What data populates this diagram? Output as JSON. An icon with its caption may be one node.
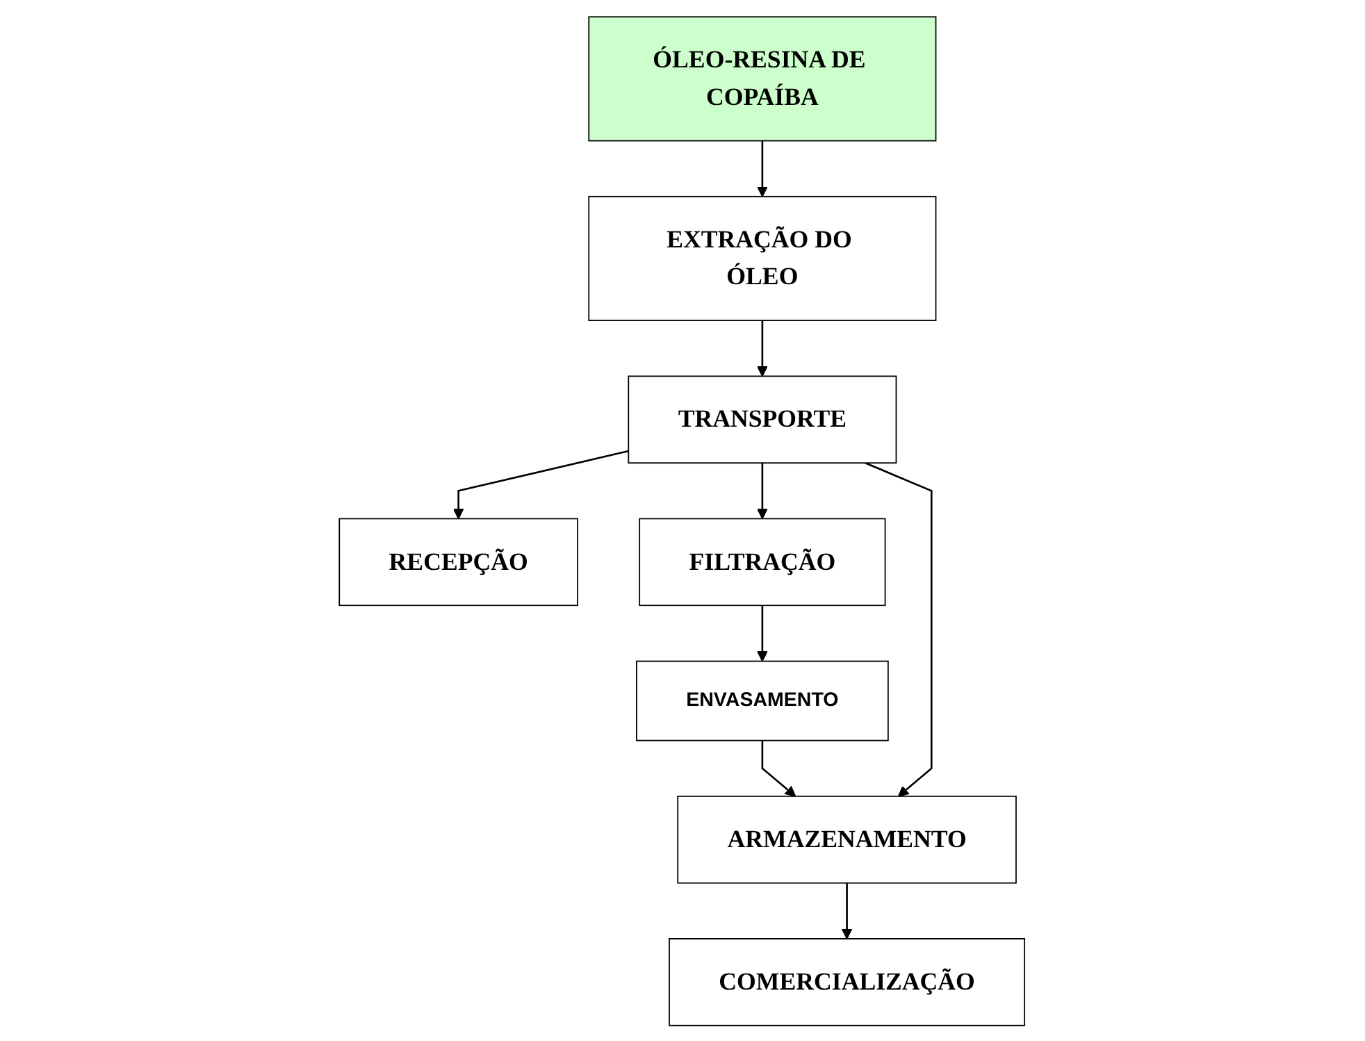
{
  "diagram": {
    "nodes": [
      {
        "text": [
          "ÓLEO-RESINA DE COPAÍBA"
        ]
      },
      {
        "text": [
          "EXTRAÇÃO DO ÓLEO"
        ]
      },
      {
        "text": [
          "TRANSPORTE"
        ]
      },
      {
        "text": [
          "RECEPÇÃO"
        ]
      },
      {
        "text": [
          "FILTRAÇÃO"
        ]
      },
      {
        "text": [
          "ENVASAMENTO"
        ]
      },
      {
        "text": [
          "ARMAZENAMENTO"
        ]
      },
      {
        "text": [
          "COMERCIALIZAÇÃO"
        ]
      }
    ],
    "edges": [
      {
        "from": 0,
        "to": 1,
        "arrow": "to"
      },
      {
        "from": 1,
        "to": 2,
        "arrow": "to"
      },
      {
        "from": 2,
        "to": 3,
        "arrow": "to"
      },
      {
        "from": 2,
        "to": 4,
        "arrow": "to"
      },
      {
        "from": 4,
        "to": 5,
        "arrow": "to"
      },
      {
        "from": 5,
        "to": 6,
        "arrow": "to"
      },
      {
        "from": 2,
        "to": 6,
        "arrow": "to"
      },
      {
        "from": 6,
        "to": 7,
        "arrow": "to"
      }
    ]
  }
}
